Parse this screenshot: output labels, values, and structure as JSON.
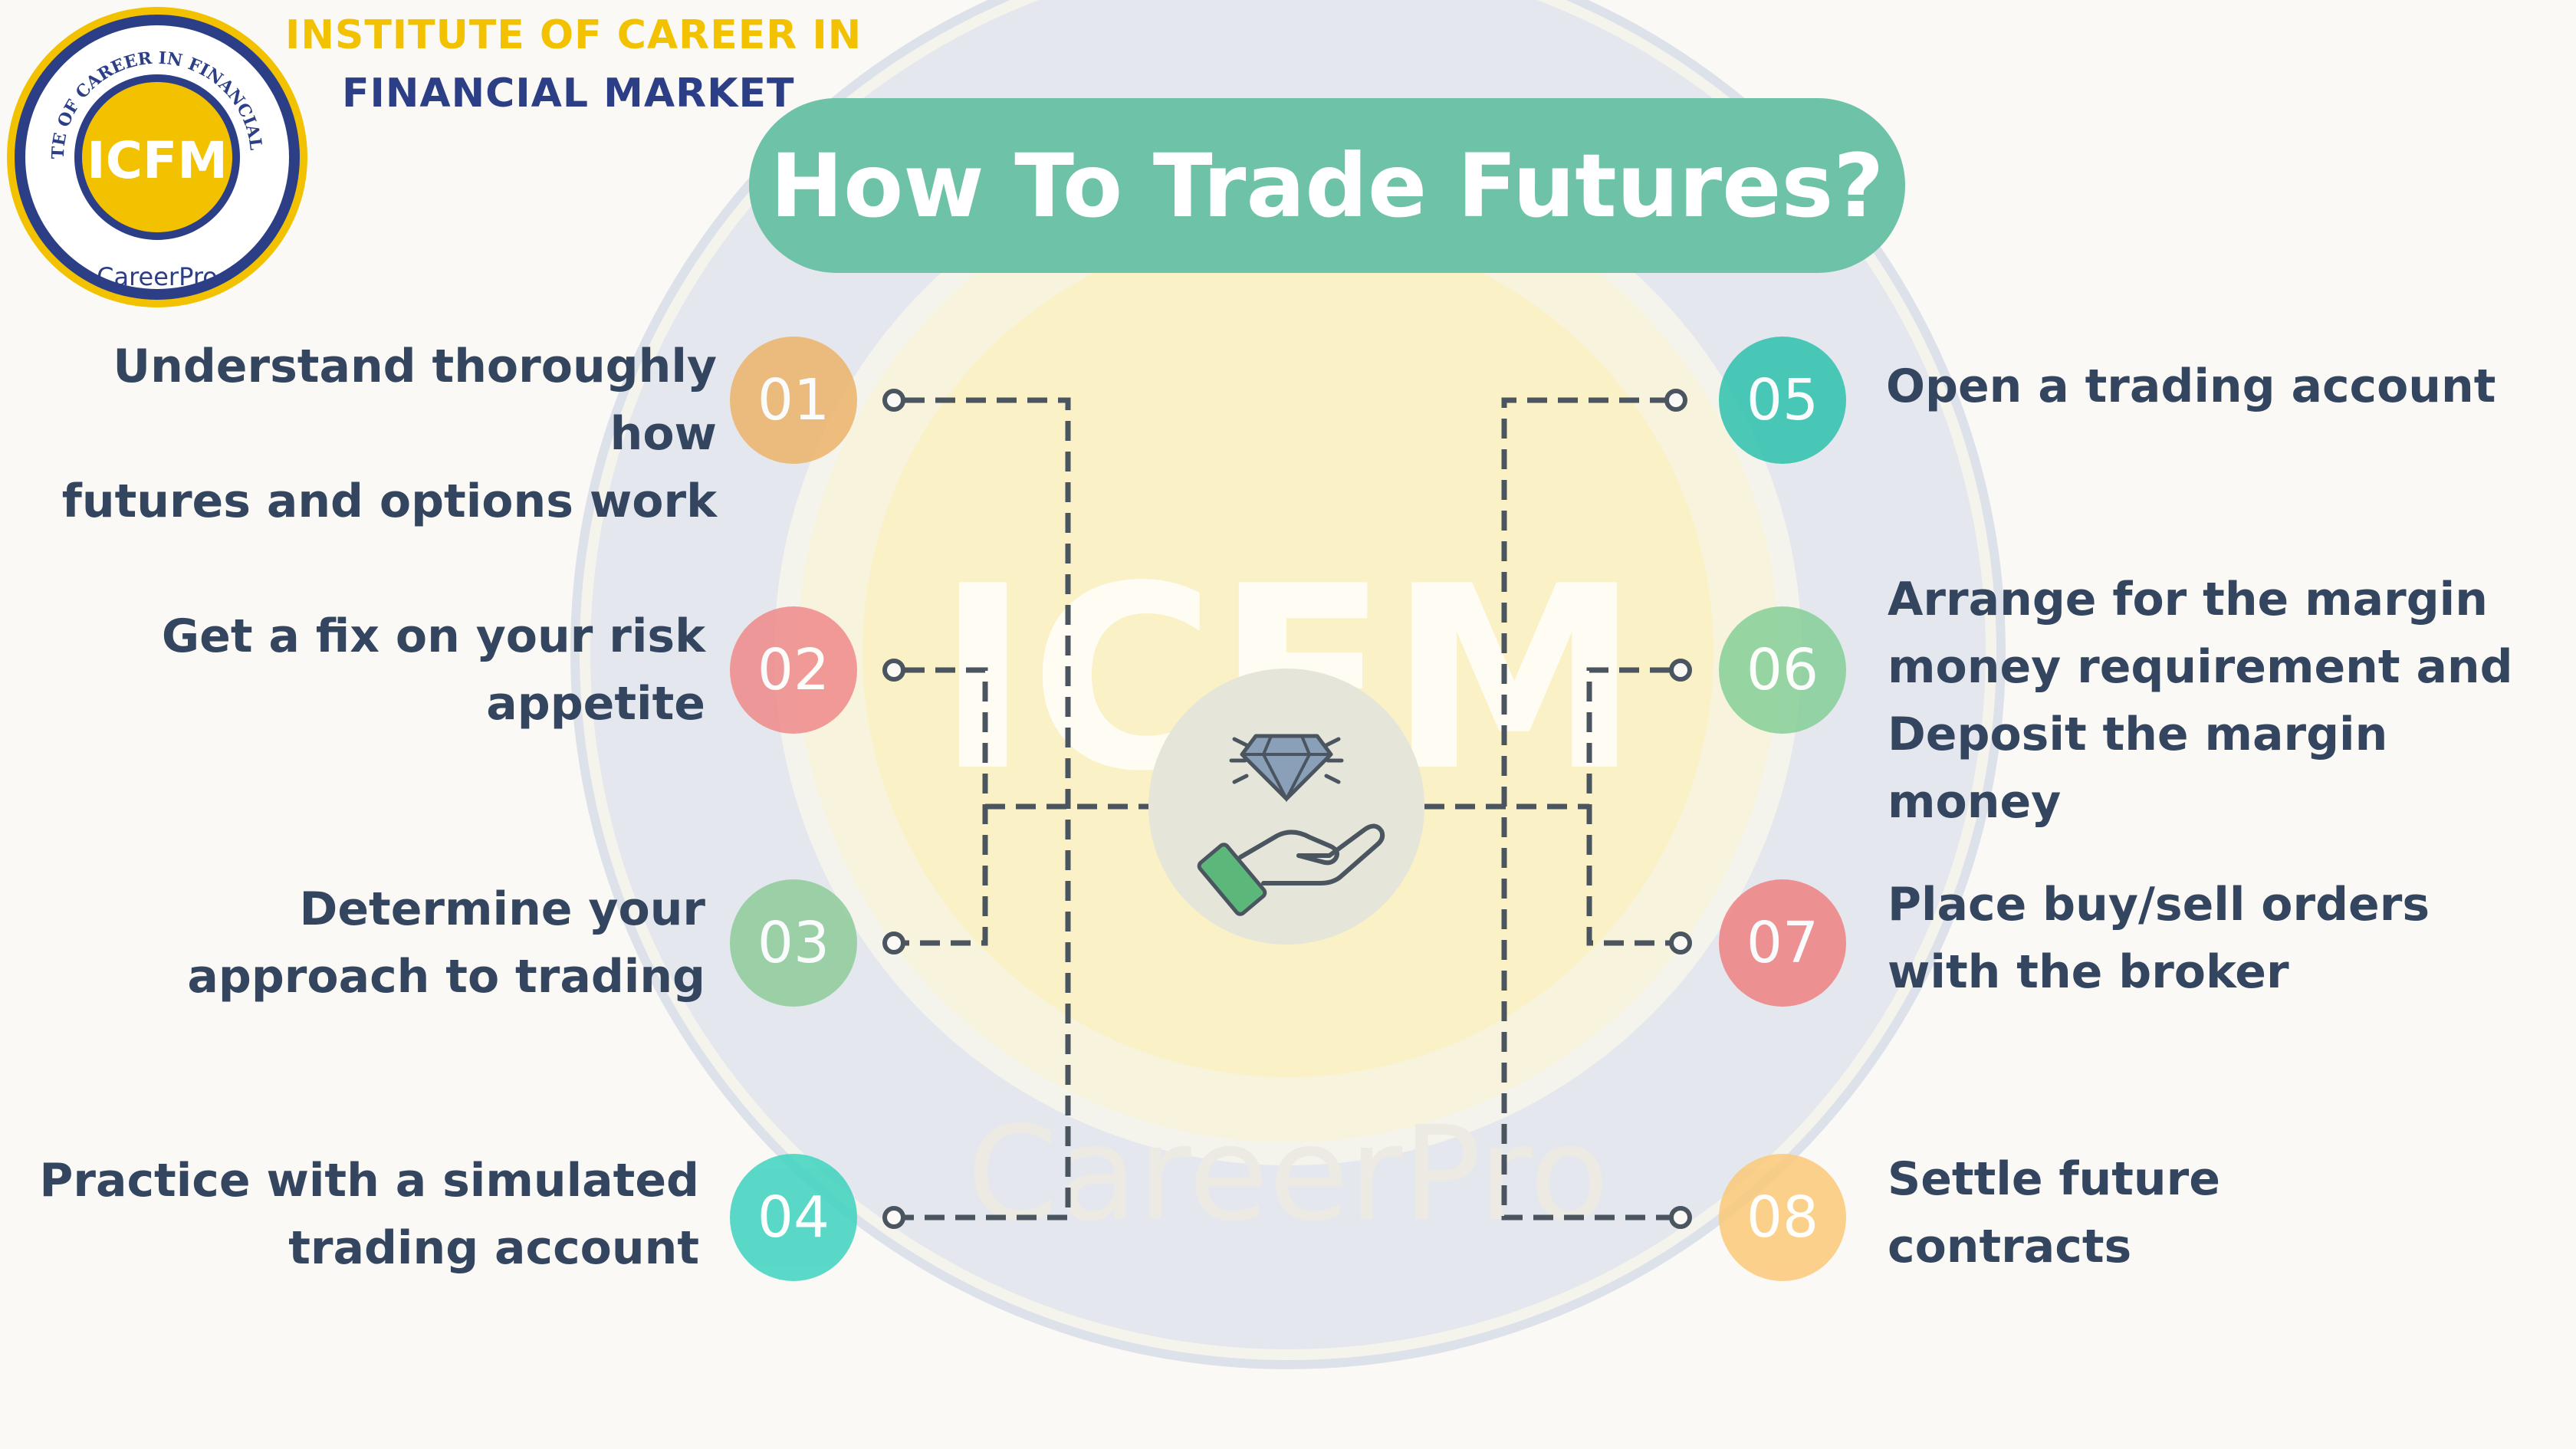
{
  "organization": {
    "name_line1": "INSTITUTE OF CAREER IN",
    "name_line2": "FINANCIAL MARKET",
    "logo": {
      "ring_text": "INSTITUTE OF CAREER IN FINANCIAL MARKET",
      "initials": "ICFM",
      "tagline": "CareerPro"
    }
  },
  "title": "How To Trade Futures?",
  "steps": [
    {
      "number": "01",
      "lines": [
        "Understand thoroughly how",
        "futures and options work"
      ],
      "color": "#edb46a"
    },
    {
      "number": "02",
      "lines": [
        "Get a fix on your risk",
        "appetite"
      ],
      "color": "#ef8a8a"
    },
    {
      "number": "03",
      "lines": [
        "Determine your",
        "approach to trading"
      ],
      "color": "#8fcc9a"
    },
    {
      "number": "04",
      "lines": [
        "Practice with a simulated",
        "trading account"
      ],
      "color": "#3ed3bf"
    },
    {
      "number": "05",
      "lines": [
        "Open a trading account"
      ],
      "color": "#2fc2ad"
    },
    {
      "number": "06",
      "lines": [
        "Arrange for the margin",
        "money requirement and",
        "Deposit the margin money"
      ],
      "color": "#86cf98"
    },
    {
      "number": "07",
      "lines": [
        "Place buy/sell orders",
        "with the broker"
      ],
      "color": "#ef8282"
    },
    {
      "number": "08",
      "lines": [
        "Settle future",
        "contracts"
      ],
      "color": "#fbc979"
    }
  ],
  "center_icon": "diamond-in-hand-icon",
  "colors": {
    "title_pill": "#6ec2a8",
    "text": "#344560",
    "org_gold": "#f2c200",
    "org_navy": "#2c3f86",
    "connector": "#4b5560"
  }
}
